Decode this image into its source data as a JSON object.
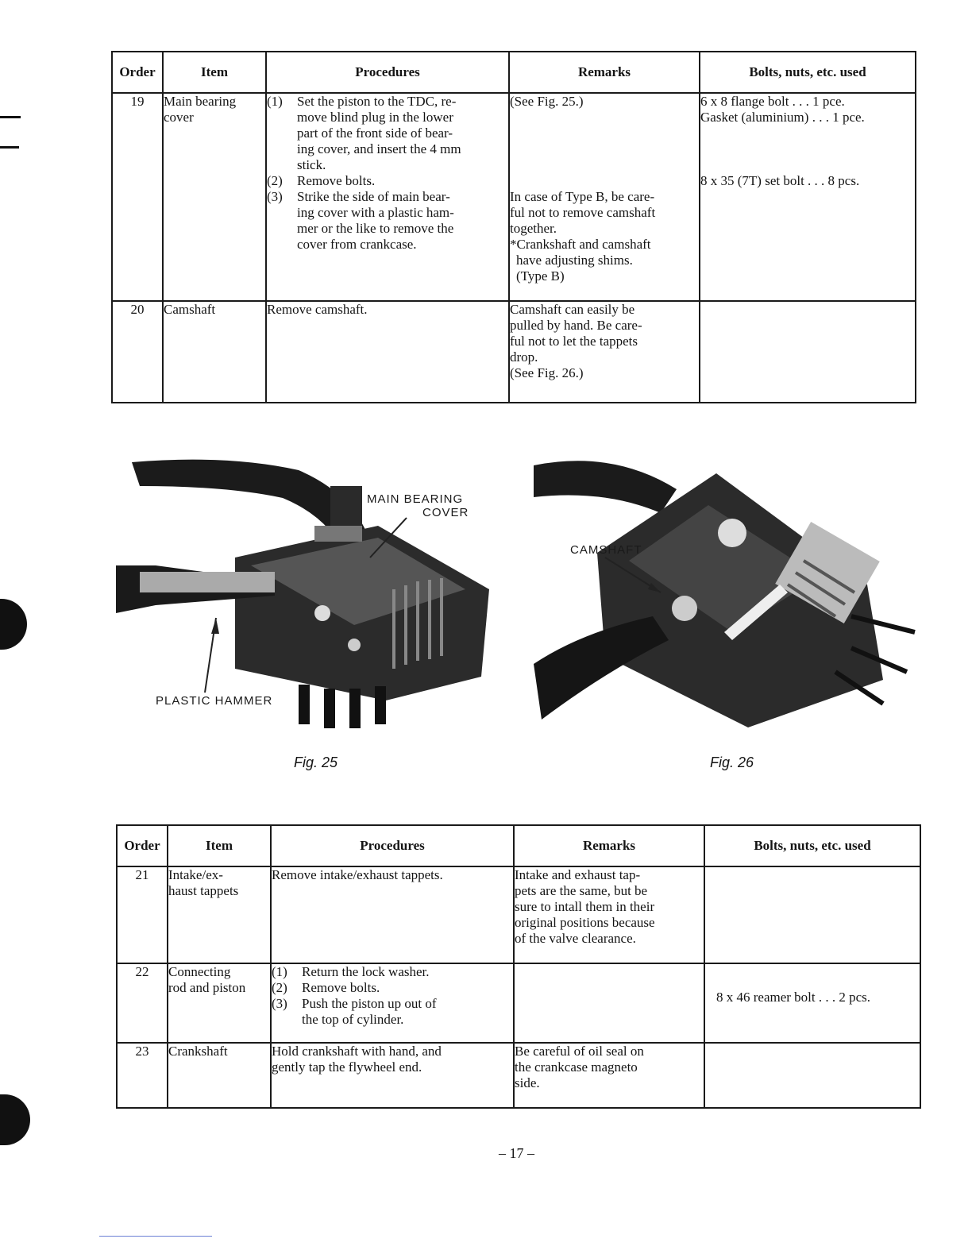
{
  "table_headers": {
    "order": "Order",
    "item": "Item",
    "procedures": "Procedures",
    "remarks": "Remarks",
    "bolts": "Bolts, nuts, etc. used"
  },
  "table1": {
    "row19": {
      "order": "19",
      "item": [
        "Main bearing",
        "cover"
      ],
      "procedures": [
        {
          "num": "(1)",
          "lines": [
            "Set the piston to the TDC, re-",
            "move blind plug in the lower",
            "part of the front side of bear-",
            "ing cover, and insert the 4 mm",
            "stick."
          ]
        },
        {
          "num": "(2)",
          "lines": [
            "Remove bolts."
          ]
        },
        {
          "num": "(3)",
          "lines": [
            "Strike the side of main bear-",
            "ing cover with a plastic ham-",
            "mer or the like to remove the",
            "cover from crankcase."
          ]
        }
      ],
      "remarks_a": "(See Fig. 25.)",
      "remarks_b": [
        "In case of Type B, be care-",
        "ful not to remove camshaft",
        "together.",
        "*Crankshaft and camshaft",
        " have adjusting shims.",
        " (Type B)"
      ],
      "bolts_a": [
        "6 x 8 flange bolt . . . 1 pce.",
        "Gasket (aluminium) . . . 1 pce."
      ],
      "bolts_b": "8 x 35 (7T) set bolt . . . 8 pcs."
    },
    "row20": {
      "order": "20",
      "item": "Camshaft",
      "procedures": "Remove camshaft.",
      "remarks": [
        "Camshaft can easily be",
        "pulled by hand. Be care-",
        "ful not to let the tappets",
        "drop.",
        "(See Fig. 26.)"
      ]
    }
  },
  "figures": {
    "fig25": {
      "caption": "Fig. 25",
      "label_cover_1": "MAIN BEARING",
      "label_cover_2": "COVER",
      "label_hammer": "PLASTIC HAMMER"
    },
    "fig26": {
      "caption": "Fig. 26",
      "label_camshaft": "CAMSHAFT"
    }
  },
  "table2": {
    "row21": {
      "order": "21",
      "item": [
        "Intake/ex-",
        "haust tappets"
      ],
      "procedures": "Remove intake/exhaust tappets.",
      "remarks": [
        "Intake and exhaust tap-",
        "pets are the same, but be",
        "sure to intall them in their",
        "original positions because",
        "of the valve clearance."
      ]
    },
    "row22": {
      "order": "22",
      "item": [
        "Connecting",
        "rod and piston"
      ],
      "procedures": [
        {
          "num": "(1)",
          "lines": [
            "Return the lock washer."
          ]
        },
        {
          "num": "(2)",
          "lines": [
            "Remove bolts."
          ]
        },
        {
          "num": "(3)",
          "lines": [
            "Push the piston up out of",
            "the top of cylinder."
          ]
        }
      ],
      "bolts": "8 x 46 reamer bolt . . . 2 pcs."
    },
    "row23": {
      "order": "23",
      "item": "Crankshaft",
      "procedures": [
        "Hold crankshaft with hand, and",
        "gently tap the flywheel end."
      ],
      "remarks": [
        "Be careful of oil seal on",
        "the crankcase magneto",
        "side."
      ]
    }
  },
  "page_number": "– 17 –"
}
